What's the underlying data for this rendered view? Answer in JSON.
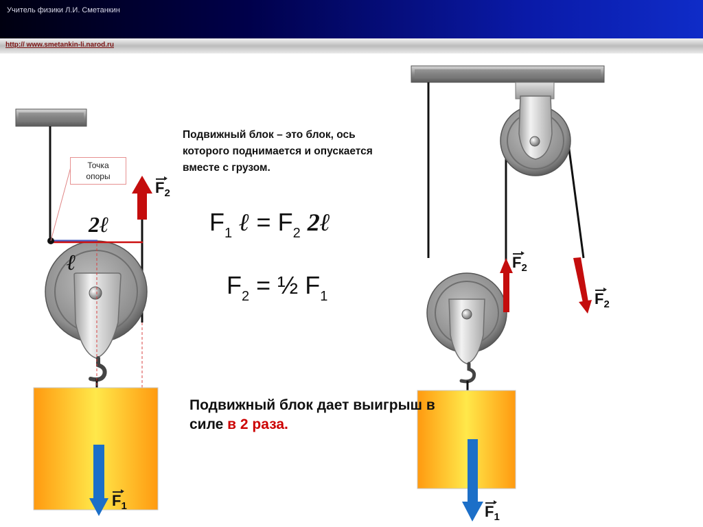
{
  "header": {
    "title": "Учитель физики Л.И. Сметанкин",
    "url": "http:// www.smetankin-li.narod.ru"
  },
  "callout": {
    "line1": "Точка",
    "line2": "опоры"
  },
  "definition": "Подвижный блок – это блок, ось которого поднимается и опускается вместе с грузом.",
  "formula1": {
    "f1": "F",
    "f1_sub": "1",
    "l1": "ℓ",
    "eq": "=",
    "f2": "F",
    "f2_sub": "2",
    "two_l": "2ℓ"
  },
  "formula2": {
    "f2": "F",
    "f2_sub": "2",
    "eq_half": "= ½ F",
    "f1_sub": "1"
  },
  "conclusion": {
    "part1": "Подвижный блок дает выигрыш в силе ",
    "part2": "в 2 раза."
  },
  "labels": {
    "two_l": "2ℓ",
    "l": "ℓ",
    "F": "F",
    "sub1": "1",
    "sub2": "2"
  },
  "colors": {
    "force_up": "#c40d0d",
    "force_down": "#1c6fc8",
    "emphasis": "#cc0000",
    "load_center": "#ffe84a",
    "load_edge": "#ff9a10"
  }
}
